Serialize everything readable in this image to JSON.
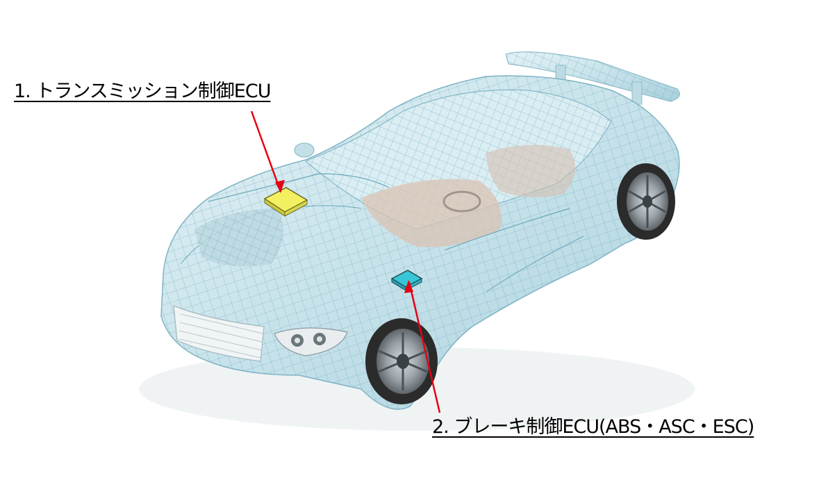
{
  "labels": {
    "transmission_ecu": "1. トランスミッション制御ECU",
    "brake_ecu": "2. ブレーキ制御ECU(ABS・ASC・ESC)"
  },
  "colors": {
    "background": "#ffffff",
    "label_text": "#000000",
    "leader_line": "#e60012",
    "transmission_ecu_marker": "#f2f060",
    "brake_ecu_marker": "#38c6d6",
    "car_wireframe_fill": "#cfe8ef",
    "car_wireframe_line": "#6aa8bc",
    "interior": "#d9c3b3",
    "tire": "#2b2b2b",
    "rim": "#9aa2a8"
  },
  "icons": {
    "car": "wireframe-sports-car-illustration",
    "marker_1": "transmission-ecu-module-icon",
    "marker_2": "brake-ecu-module-icon"
  }
}
